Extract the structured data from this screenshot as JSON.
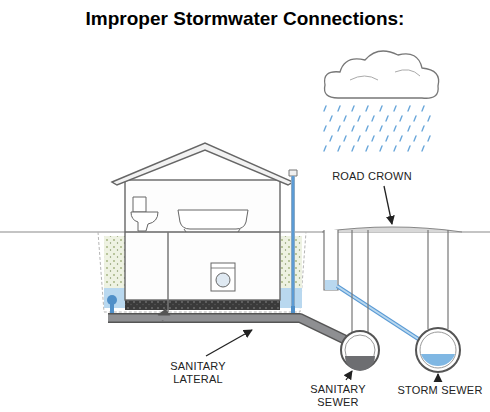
{
  "diagram": {
    "title": "Improper Stormwater Connections:",
    "labels": [
      "ROAD CROWN",
      "SANITARY LATERAL",
      "SANITARY SEWER",
      "STORM SEWER"
    ]
  }
}
